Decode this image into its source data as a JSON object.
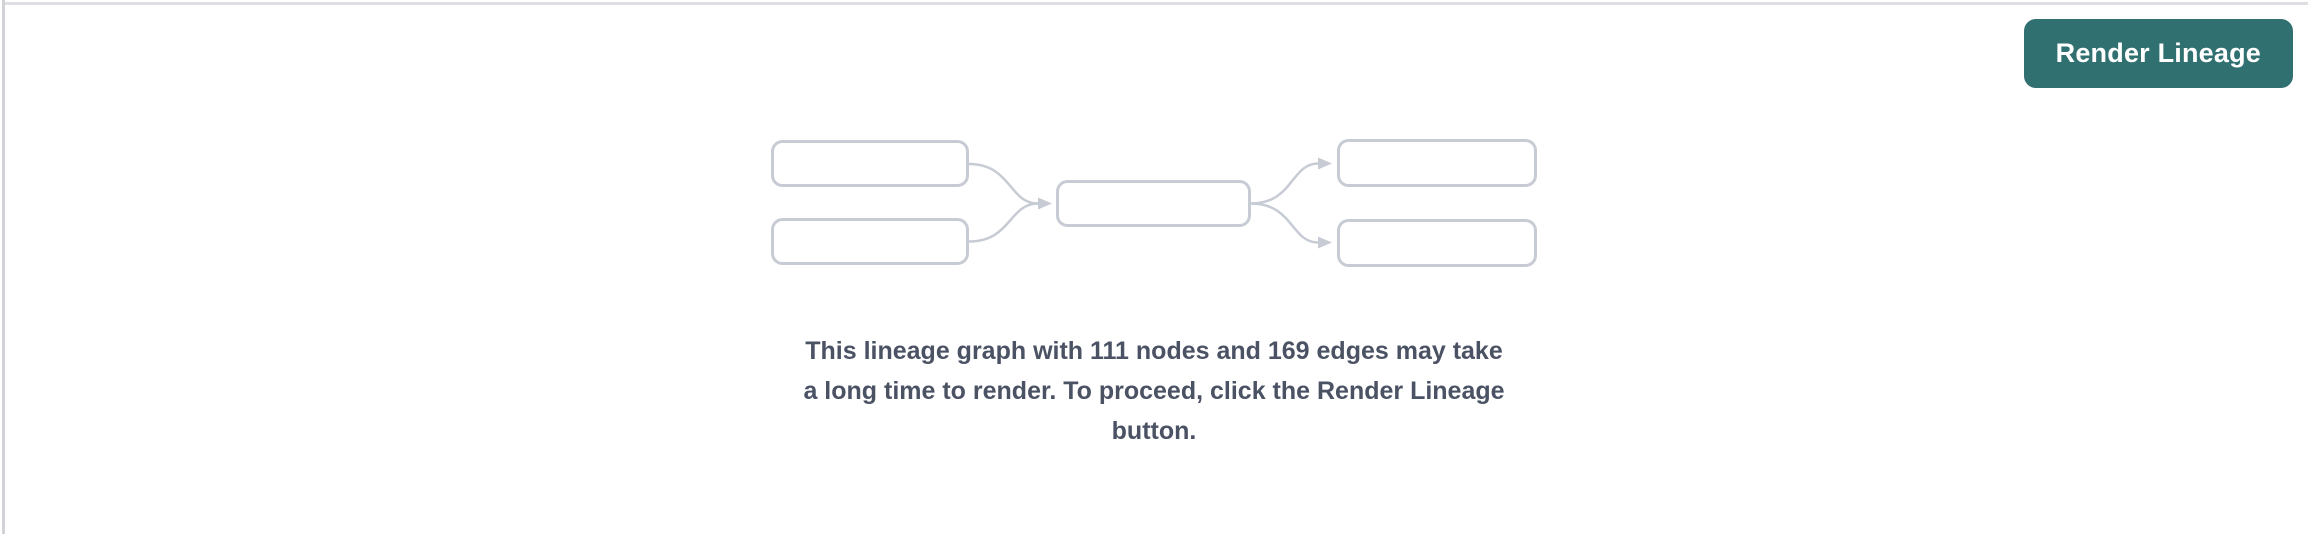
{
  "header": {
    "render_button": {
      "label": "Render Lineage",
      "background": "#317070",
      "text_color": "#ffffff"
    }
  },
  "illustration": {
    "name": "lineage-graph-placeholder",
    "nodes_shown": 5,
    "edges_shown": 4,
    "node_border_color": "#c7ccd4",
    "edge_color": "#c7ccd4"
  },
  "message": {
    "lines": [
      "This lineage graph with 111 nodes and 169 edges may take",
      "a long time to render. To proceed, click the Render Lineage",
      "button."
    ],
    "full_text": "This lineage graph with 111 nodes and 169 edges may take a long time to render. To proceed, click the Render Lineage button.",
    "node_count": "111",
    "edge_count": "169",
    "text_color": "#4a5264"
  },
  "colors": {
    "pane_background": "#ffffff",
    "top_divider": "#dfdfe3",
    "left_divider": "#d2d2d7"
  }
}
